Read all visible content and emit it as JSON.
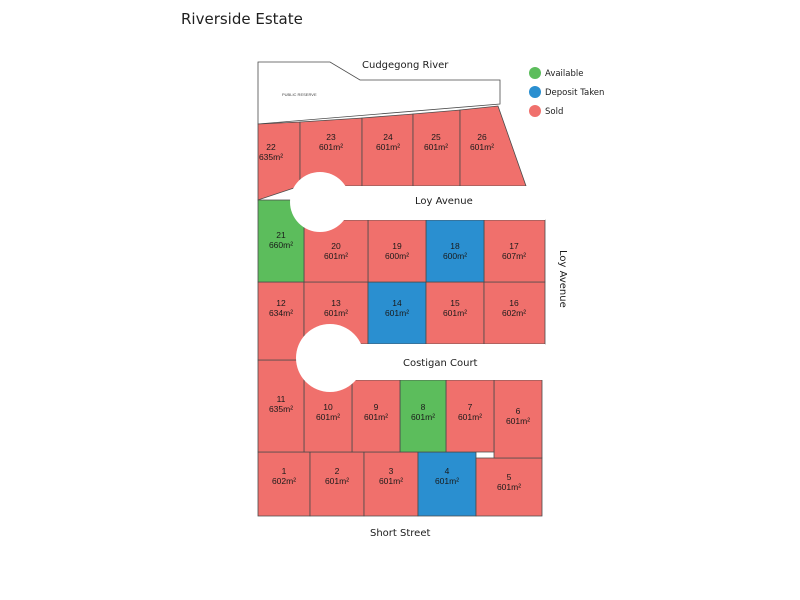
{
  "title": "Riverside Estate",
  "river_label": "Cudgegong River",
  "reserve_label": "PUBLIC RESERVE",
  "streets": {
    "loy_avenue": "Loy Avenue",
    "loy_avenue_side": "Loy Avenue",
    "costigan_court": "Costigan Court",
    "short_street": "Short Street"
  },
  "legend": [
    {
      "key": "available",
      "label": "Available",
      "color": "#5cbd5c"
    },
    {
      "key": "deposit",
      "label": "Deposit Taken",
      "color": "#2a8fd0"
    },
    {
      "key": "sold",
      "label": "Sold",
      "color": "#f0706c"
    }
  ],
  "colors": {
    "available": "#5cbd5c",
    "deposit": "#2a8fd0",
    "sold": "#f0706c",
    "road": "#ffffff",
    "boundary": "#4a4a4a"
  },
  "lots": [
    {
      "id": "1",
      "area": "602m²",
      "status": "sold"
    },
    {
      "id": "2",
      "area": "601m²",
      "status": "sold"
    },
    {
      "id": "3",
      "area": "601m²",
      "status": "sold"
    },
    {
      "id": "4",
      "area": "601m²",
      "status": "deposit"
    },
    {
      "id": "5",
      "area": "601m²",
      "status": "sold"
    },
    {
      "id": "6",
      "area": "601m²",
      "status": "sold"
    },
    {
      "id": "7",
      "area": "601m²",
      "status": "sold"
    },
    {
      "id": "8",
      "area": "601m²",
      "status": "available"
    },
    {
      "id": "9",
      "area": "601m²",
      "status": "sold"
    },
    {
      "id": "10",
      "area": "601m²",
      "status": "sold"
    },
    {
      "id": "11",
      "area": "635m²",
      "status": "sold"
    },
    {
      "id": "12",
      "area": "634m²",
      "status": "sold"
    },
    {
      "id": "13",
      "area": "601m²",
      "status": "sold"
    },
    {
      "id": "14",
      "area": "601m²",
      "status": "deposit"
    },
    {
      "id": "15",
      "area": "601m²",
      "status": "sold"
    },
    {
      "id": "16",
      "area": "602m²",
      "status": "sold"
    },
    {
      "id": "17",
      "area": "607m²",
      "status": "sold"
    },
    {
      "id": "18",
      "area": "600m²",
      "status": "deposit"
    },
    {
      "id": "19",
      "area": "600m²",
      "status": "sold"
    },
    {
      "id": "20",
      "area": "601m²",
      "status": "sold"
    },
    {
      "id": "21",
      "area": "660m²",
      "status": "available"
    },
    {
      "id": "22",
      "area": "635m²",
      "status": "sold"
    },
    {
      "id": "23",
      "area": "601m²",
      "status": "sold"
    },
    {
      "id": "24",
      "area": "601m²",
      "status": "sold"
    },
    {
      "id": "25",
      "area": "601m²",
      "status": "sold"
    },
    {
      "id": "26",
      "area": "601m²",
      "status": "sold"
    }
  ]
}
